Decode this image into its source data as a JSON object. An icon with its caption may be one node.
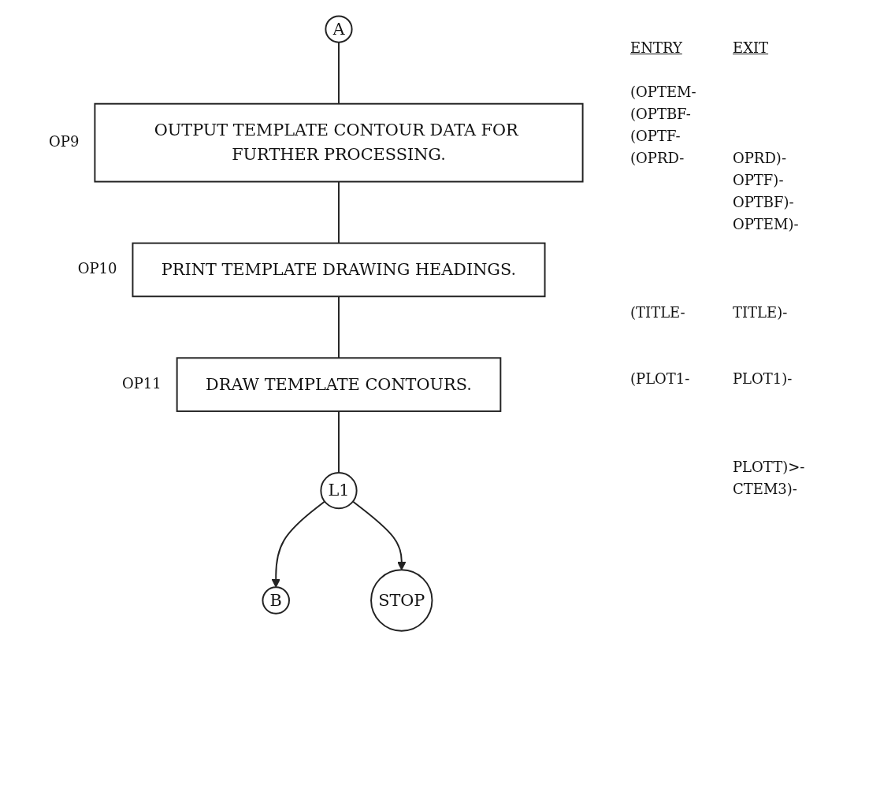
{
  "diagram": {
    "nodes": [
      {
        "text": [
          "A"
        ]
      },
      {
        "text": [
          "OUTPUT TEMPLATE CONTOUR DATA FOR FURTHER PROCESSING."
        ],
        "beside": [
          "OP9"
        ]
      },
      {
        "text": [
          "PRINT TEMPLATE DRAWING HEADINGS."
        ],
        "beside": [
          "OP10"
        ]
      },
      {
        "text": [
          "DRAW TEMPLATE CONTOURS."
        ],
        "beside": [
          "OP11"
        ]
      },
      {
        "text": [
          "L1"
        ]
      },
      {
        "text": [
          "B"
        ]
      },
      {
        "text": [
          "STOP"
        ]
      }
    ],
    "edges": [
      {
        "from": 0,
        "to": 1,
        "arrow": "none"
      },
      {
        "from": 1,
        "to": 2,
        "arrow": "none"
      },
      {
        "from": 2,
        "to": 3,
        "arrow": "none"
      },
      {
        "from": 3,
        "to": 4,
        "arrow": "none"
      },
      {
        "from": 4,
        "to": 5,
        "arrow": "to"
      },
      {
        "from": 4,
        "to": 6,
        "arrow": "to"
      }
    ],
    "labels": [
      "ENTRY",
      "EXIT",
      "(OPTEM-",
      "(OPTBF-",
      "(OPTF-",
      "(OPRD-",
      "OPRD)-",
      "OPTF)-",
      "OPTBF)-",
      "OPTEM)-",
      "(TITLE-",
      "TITLE)-",
      "(PLOT1-",
      "PLOT1)-",
      "PLOTT)>-",
      "CTEM3)-"
    ]
  }
}
